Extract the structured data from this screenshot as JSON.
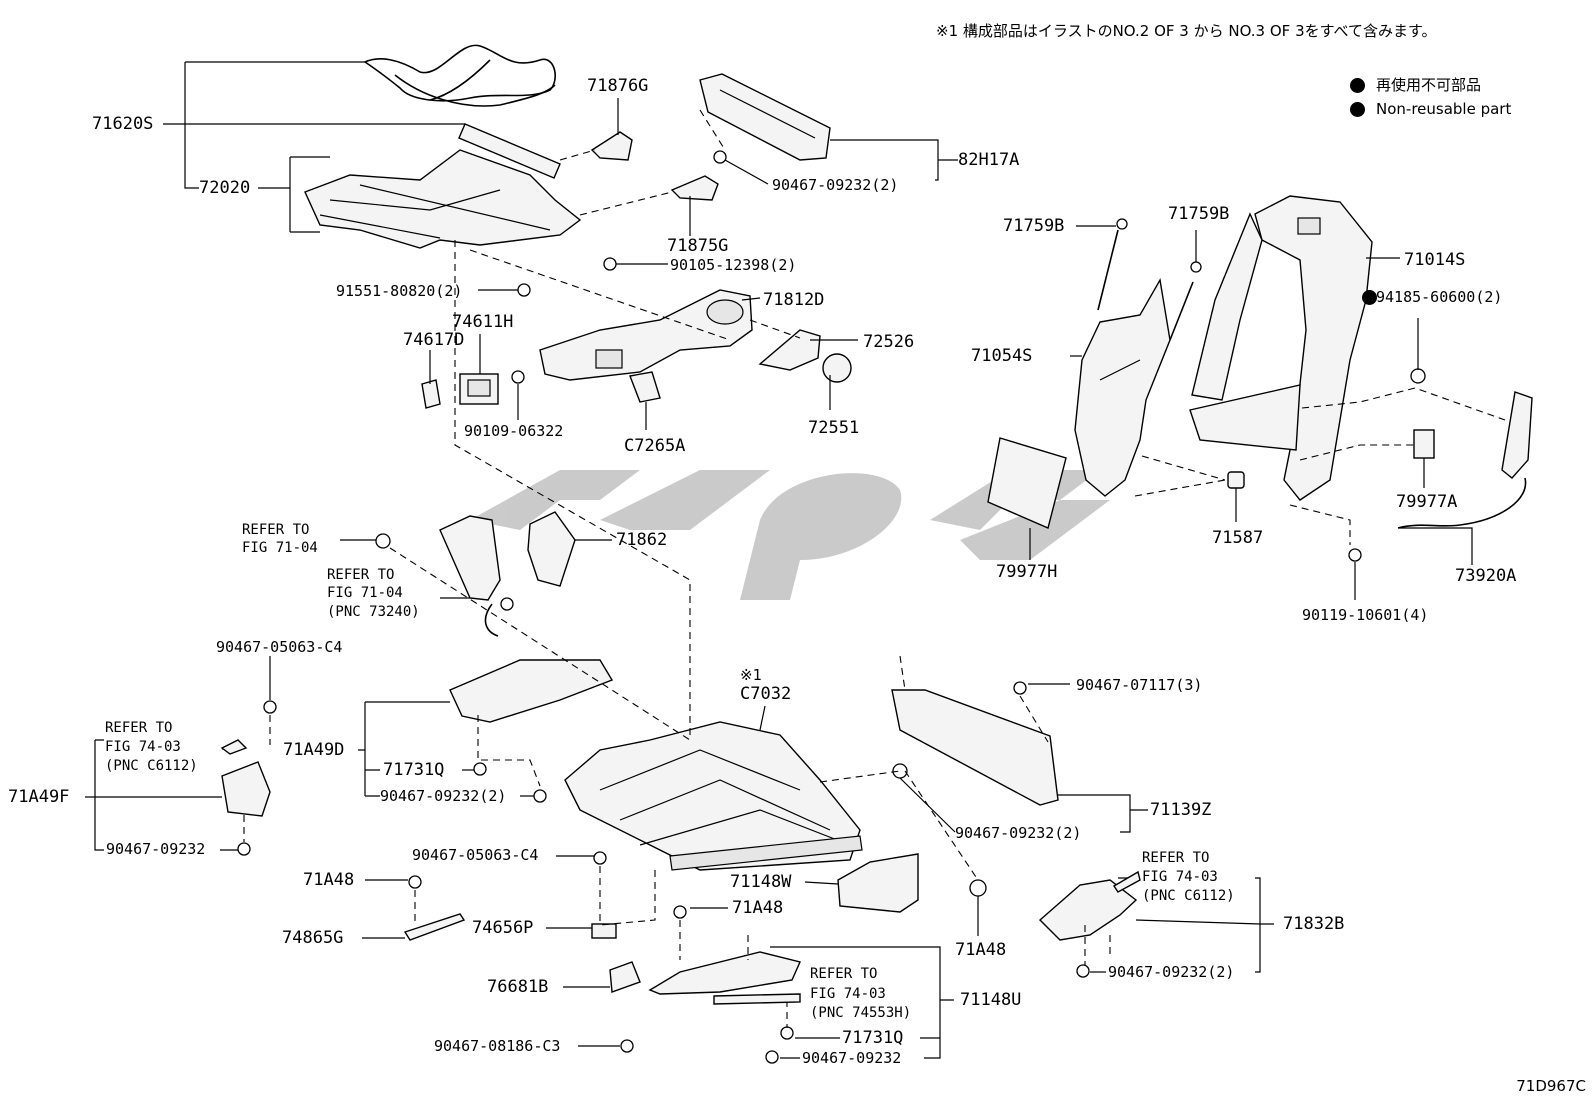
{
  "header_note": "※1 構成部品はイラストのNO.2 OF 3 から NO.3 OF 3をすべて含みます。",
  "legend": {
    "item_jp": "再使用不可部品",
    "item_en": "Non-reusable part",
    "color": "#000000"
  },
  "watermark_color": "#a0a0a0",
  "figure_code": "71D967C",
  "labels": {
    "p71620S": "71620S",
    "p72020": "72020",
    "p71876G": "71876G",
    "p82H17A": "82H17A",
    "p90467_09232_2a": "90467-09232(2)",
    "p71875G": "71875G",
    "p90105_12398": "90105-12398(2)",
    "p91551_80820": "91551-80820(2)",
    "p71812D": "71812D",
    "p74611H": "74611H",
    "p74617D": "74617D",
    "p72526": "72526",
    "p72551": "72551",
    "p90109_06322": "90109-06322",
    "pC7265A": "C7265A",
    "p71759B_l": "71759B",
    "p71759B_r": "71759B",
    "p71014S": "71014S",
    "p94185_60600": "94185-60600(2)",
    "p71054S": "71054S",
    "p79977A": "79977A",
    "p71587": "71587",
    "p79977H": "79977H",
    "p73920A": "73920A",
    "p90119_10601": "90119-10601(4)",
    "refer1_a": "REFER TO",
    "refer1_b": "FIG 71-04",
    "refer2_a": "REFER TO",
    "refer2_b": "FIG 71-04",
    "refer2_c": "(PNC 73240)",
    "p71862": "71862",
    "p90467_05063_C4_a": "90467-05063-C4",
    "refer3_a": "REFER TO",
    "refer3_b": "FIG 74-03",
    "refer3_c": "(PNC C6112)",
    "p71A49F": "71A49F",
    "p90467_09232_c": "90467-09232",
    "p71A49D": "71A49D",
    "p71731Q_a": "71731Q",
    "p90467_09232_2b": "90467-09232(2)",
    "note1": "※1",
    "pC7032": "C7032",
    "p90467_07117": "90467-07117(3)",
    "p71139Z": "71139Z",
    "p90467_09232_2c": "90467-09232(2)",
    "p90467_05063_C4_b": "90467-05063-C4",
    "p71A48_a": "71A48",
    "p74865G": "74865G",
    "p74656P": "74656P",
    "p71148W": "71148W",
    "p71A48_b": "71A48",
    "p71A48_c": "71A48",
    "refer4_a": "REFER TO",
    "refer4_b": "FIG 74-03",
    "refer4_c": "(PNC C6112)",
    "p71832B": "71832B",
    "p90467_09232_2d": "90467-09232(2)",
    "p76681B": "76681B",
    "refer5_a": "REFER TO",
    "refer5_b": "FIG 74-03",
    "refer5_c": "(PNC 74553H)",
    "p71148U": "71148U",
    "p71731Q_b": "71731Q",
    "p90467_09232_d": "90467-09232",
    "p90467_08186_C3": "90467-08186-C3"
  }
}
